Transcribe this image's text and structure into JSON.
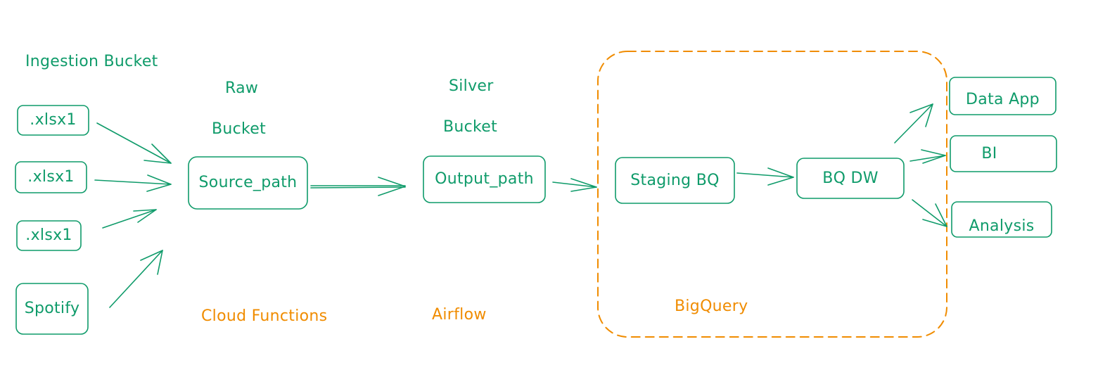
{
  "colors": {
    "stroke": "#0f9b6a",
    "accent": "#f08c00",
    "background": "#ffffff"
  },
  "labels": {
    "ingestion_bucket": "Ingestion Bucket",
    "raw": "Raw",
    "raw_bucket": "Bucket",
    "silver": "Silver",
    "silver_bucket": "Bucket",
    "cloud_functions": "Cloud Functions",
    "airflow": "Airflow",
    "bigquery": "BigQuery"
  },
  "sources": [
    {
      "label": ".xlsx1"
    },
    {
      "label": ".xlsx1"
    },
    {
      "label": ".xlsx1"
    },
    {
      "label": "Spotify"
    }
  ],
  "nodes": {
    "source_path": "Source_path",
    "output_path": "Output_path",
    "staging_bq": "Staging BQ",
    "bq_dw": "BQ DW"
  },
  "consumers": [
    {
      "label": "Data App"
    },
    {
      "label": "BI"
    },
    {
      "label": "Analysis"
    }
  ]
}
